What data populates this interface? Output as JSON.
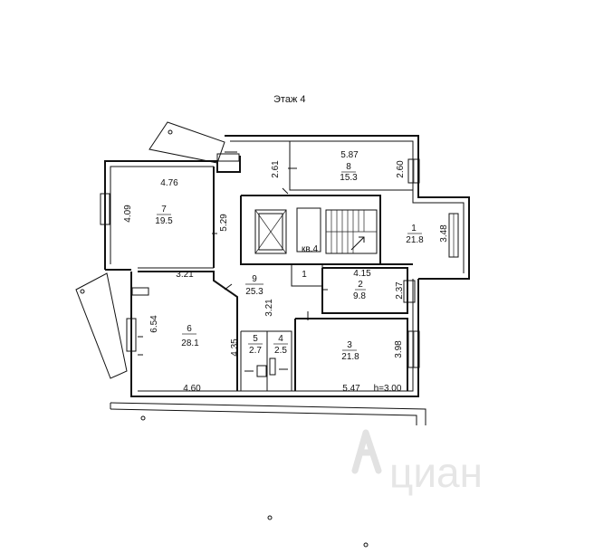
{
  "floor_title": "Этаж 4",
  "apartment_label": "кв.4",
  "ceiling_height": "h=3.00",
  "watermark_text": "циан",
  "rooms": [
    {
      "number": "1",
      "area": "21.8"
    },
    {
      "number": "2",
      "area": "9.8"
    },
    {
      "number": "3",
      "area": "21.8"
    },
    {
      "number": "4",
      "area": "2.5"
    },
    {
      "number": "5",
      "area": "2.7"
    },
    {
      "number": "6",
      "area": "28.1"
    },
    {
      "number": "7",
      "area": "19.5"
    },
    {
      "number": "8",
      "area": "15.3"
    },
    {
      "number": "9",
      "area": "25.3"
    }
  ],
  "small_room_label": "1",
  "dimensions": [
    "5.87",
    "2.61",
    "2.60",
    "4.76",
    "4.09",
    "5.29",
    "3.48",
    "3.21",
    "4.15",
    "2.37",
    "3.21",
    "6.54",
    "4.35",
    "3.98",
    "4.60",
    "5.47"
  ],
  "colors": {
    "line": "#111111",
    "watermark": "#e2e2e2",
    "background": "#ffffff"
  }
}
